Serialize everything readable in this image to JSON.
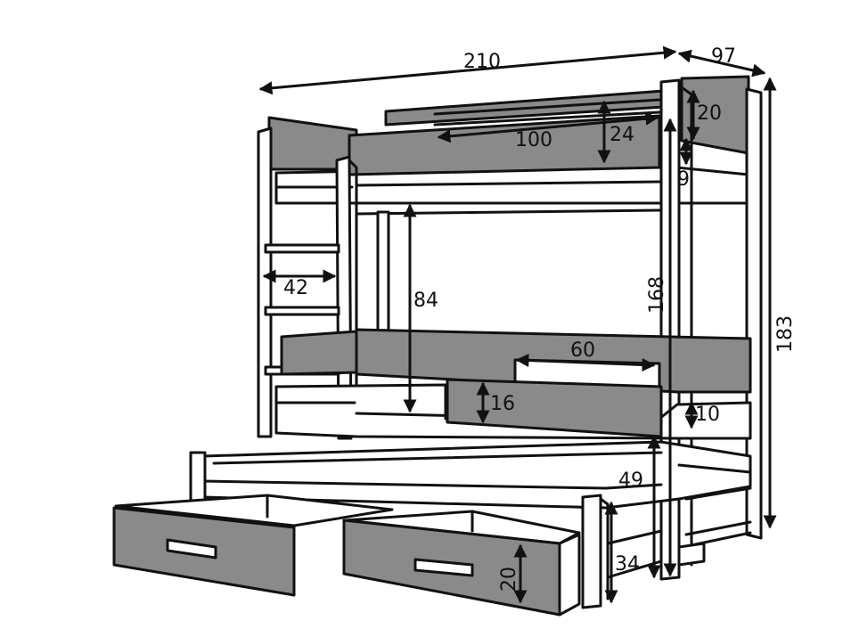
{
  "colors": {
    "panel": "#8a8a8a",
    "wood": "#ffffff",
    "outline": "#111111"
  },
  "dimensions": {
    "length": "210",
    "depth": "97",
    "top_rail_height": "20",
    "top_front_rail_length": "100",
    "top_front_rail_height": "24",
    "top_rail_gap": "9",
    "ladder_width": "42",
    "lower_clearance": "84",
    "bed_frame_height": "168",
    "total_height": "183",
    "lower_front_rail_length": "60",
    "lower_front_rail_height": "16",
    "lower_rail_gap": "10",
    "trundle_height": "49",
    "trundle_gap": "34",
    "drawer_height": "20"
  }
}
